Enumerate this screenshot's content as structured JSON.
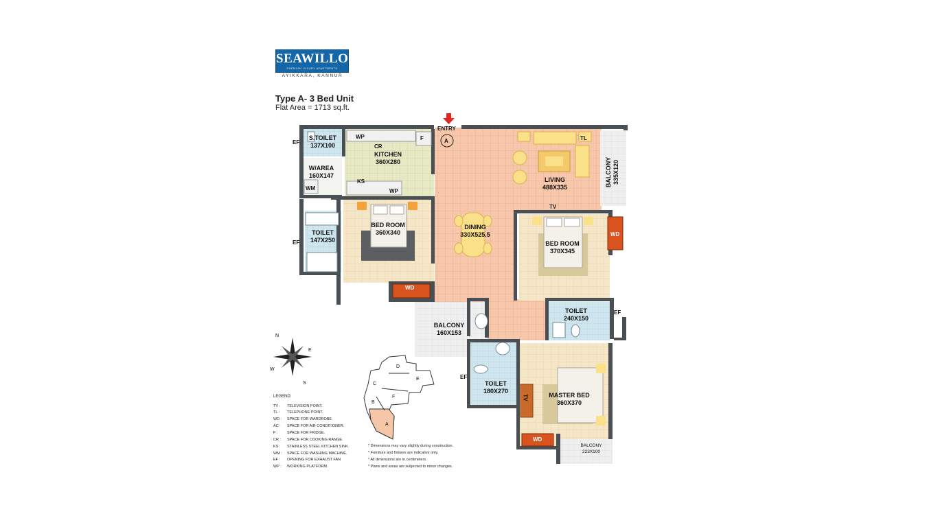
{
  "brand": {
    "name": "SEAWILLOW",
    "tagline": "PREMIUM LUXURY APARTMENTS",
    "location": "AYIKKARA, KANNUR",
    "brand_color": "#1466a8"
  },
  "plan": {
    "title": "Type A- 3 Bed Unit",
    "flat_area": "Flat Area =  1713 sq.ft.",
    "entry_label": "ENTRY",
    "entry_marker": "A"
  },
  "rooms": {
    "s_toilet": {
      "name": "S.TOILET",
      "size": "137X100"
    },
    "kitchen": {
      "name": "KITCHEN",
      "size": "360X280"
    },
    "w_area": {
      "name": "W/AREA",
      "size": "160X147"
    },
    "living": {
      "name": "LIVING",
      "size": "488X335"
    },
    "balcony_living": {
      "name": "BALCONY",
      "size": "335X120"
    },
    "toilet_left": {
      "name": "TOILET",
      "size": "147X250"
    },
    "bedroom_left": {
      "name": "BED ROOM",
      "size": "360X340"
    },
    "dining": {
      "name": "DINING",
      "size": "330X525.5"
    },
    "bedroom_right": {
      "name": "BED ROOM",
      "size": "370X345"
    },
    "toilet_right": {
      "name": "TOILET",
      "size": "240X150"
    },
    "balcony_dining": {
      "name": "BALCONY",
      "size": "160X153"
    },
    "toilet_master": {
      "name": "TOILET",
      "size": "180X270"
    },
    "master_bed": {
      "name": "MASTER BED",
      "size": "360X370"
    },
    "balcony_master": {
      "name": "BALCONY",
      "size": "223X100"
    }
  },
  "tags": {
    "ef": "EF",
    "wp": "WP",
    "cr": "CR",
    "f": "F",
    "ks": "KS",
    "wm": "WM",
    "wd": "WD",
    "tv": "TV",
    "tl": "TL"
  },
  "compass": {
    "n": "N",
    "e": "E",
    "s": "S",
    "w": "W"
  },
  "key_plan": {
    "blocks": [
      "D",
      "E",
      "C",
      "B",
      "F",
      "A"
    ]
  },
  "legend": {
    "title": "LEGEND:",
    "items": [
      {
        "code": "TV :",
        "text": "TELEVISION POINT."
      },
      {
        "code": "TL :",
        "text": "TELEPHONE POINT."
      },
      {
        "code": "WD :",
        "text": "SPACE FOR WARDROBE."
      },
      {
        "code": "AC :",
        "text": "SPACE FOR AIR CONDITIONER."
      },
      {
        "code": "F :",
        "text": "SPACE FOR FRIDGE."
      },
      {
        "code": "CR :",
        "text": "SPACE FOR COOKING RANGE."
      },
      {
        "code": "KS :",
        "text": "STAINLESS STEEL KITCHEN SINK."
      },
      {
        "code": "WM :",
        "text": "SPACE FOR WASHING MACHINE."
      },
      {
        "code": "EF :",
        "text": "OPENING FOR EXHAUST FAN"
      },
      {
        "code": "WP :",
        "text": "WORKING PLATFORM."
      }
    ]
  },
  "notes": [
    "*  Dimensions may vary slightly during construction.",
    "*  Furniture and fixtures are indicative only.",
    "*  All dimensions are in centimeters.",
    "*  Plans and areas are subjected to minor changes."
  ],
  "colors": {
    "wall": "#4a4f54",
    "tile_pink": "#f7c7ac",
    "tile_kitchen": "#e6e9c4",
    "tile_bed": "#f6e6c8",
    "tile_toilet": "#cfe6ee",
    "balcony": "#ececec",
    "wardrobe": "#d9531e",
    "entry_arrow": "#e0271d"
  }
}
